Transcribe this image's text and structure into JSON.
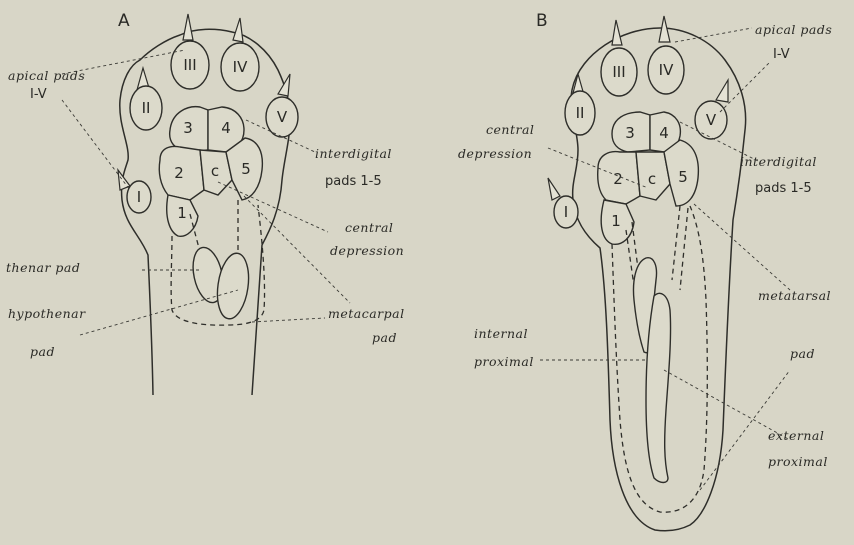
{
  "panels": {
    "A": {
      "letter": "A",
      "pads": {
        "apical": [
          "I",
          "II",
          "III",
          "IV",
          "V"
        ],
        "interdigital": [
          "1",
          "2",
          "3",
          "4",
          "5"
        ],
        "center": "c"
      },
      "labels": {
        "apical_1": "apical pads",
        "apical_2": "I-V",
        "interdigital_1": "interdigital",
        "interdigital_2": "pads 1-5",
        "central_1": "central",
        "central_2": "depression",
        "thenar": "thenar pad",
        "hypothenar_1": "hypothenar",
        "hypothenar_2": "pad",
        "metacarpal_1": "metacarpal",
        "metacarpal_2": "pad"
      }
    },
    "B": {
      "letter": "B",
      "pads": {
        "apical": [
          "I",
          "II",
          "III",
          "IV",
          "V"
        ],
        "interdigital": [
          "1",
          "2",
          "3",
          "4",
          "5"
        ],
        "center": "c"
      },
      "labels": {
        "apical_1": "apical pads",
        "apical_2": "I-V",
        "central_1": "central",
        "central_2": "depression",
        "interdigital_1": "interdigital",
        "interdigital_2": "pads 1-5",
        "metatarsal_1": "metatarsal",
        "metatarsal_2": "pad",
        "internal_1": "internal",
        "internal_2": "proximal",
        "external_1": "external",
        "external_2": "proximal"
      }
    }
  }
}
